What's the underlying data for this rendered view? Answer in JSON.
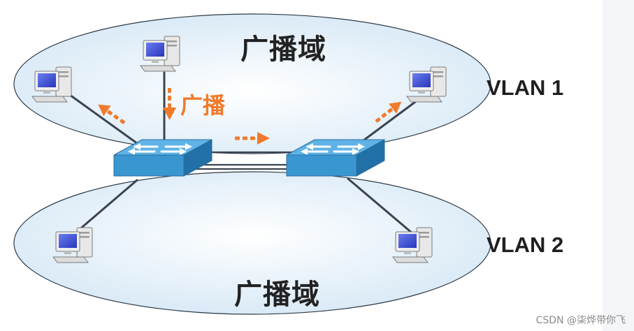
{
  "top_domain_label": "广播域",
  "bottom_domain_label": "广播域",
  "vlan1_label": "VLAN 1",
  "vlan2_label": "VLAN 2",
  "broadcast_label": "广播",
  "watermark": "CSDN @柒烨带你飞",
  "colors": {
    "ellipse_fill": "#dbeaf7",
    "ellipse_stroke": "#2e3a46",
    "switch_face": "#3a96d1",
    "switch_dark": "#2170a8",
    "arrow": "#f07a2b",
    "link": "#3a4452"
  },
  "icons": [
    "pc-icon",
    "switch-icon",
    "broadcast-arrow-icon"
  ]
}
